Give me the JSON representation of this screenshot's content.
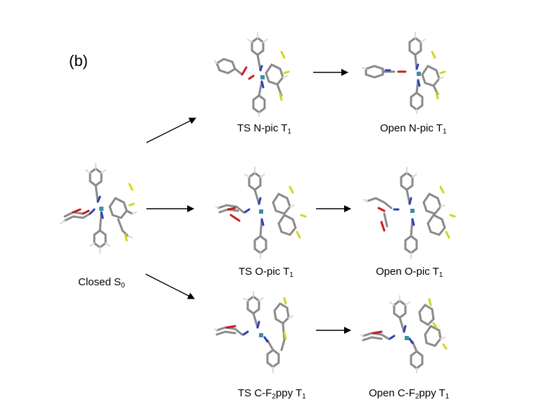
{
  "panel_label": "(b)",
  "structures": {
    "closed": {
      "base": "Closed S",
      "sub": "0"
    },
    "ts_npic": {
      "base": "TS N-pic T",
      "sub": "1"
    },
    "open_npic": {
      "base": "Open N-pic T",
      "sub": "1"
    },
    "ts_opic": {
      "base": "TS O-pic T",
      "sub": "1"
    },
    "open_opic": {
      "base": "Open O-pic T",
      "sub": "1"
    },
    "ts_cf2ppy": {
      "base": "TS C-F",
      "sub": "2",
      "tail": "ppy T",
      "sub2": "1"
    },
    "open_cf2ppy": {
      "base": "Open C-F",
      "sub": "2",
      "tail": "ppy T",
      "sub2": "1"
    }
  },
  "colors": {
    "carbon": "#8a8a8a",
    "hydrogen": "#d9d9d9",
    "nitrogen": "#2f3fbf",
    "oxygen": "#c81e1e",
    "fluorine": "#d4d41a",
    "iridium": "#3a8fa3"
  }
}
